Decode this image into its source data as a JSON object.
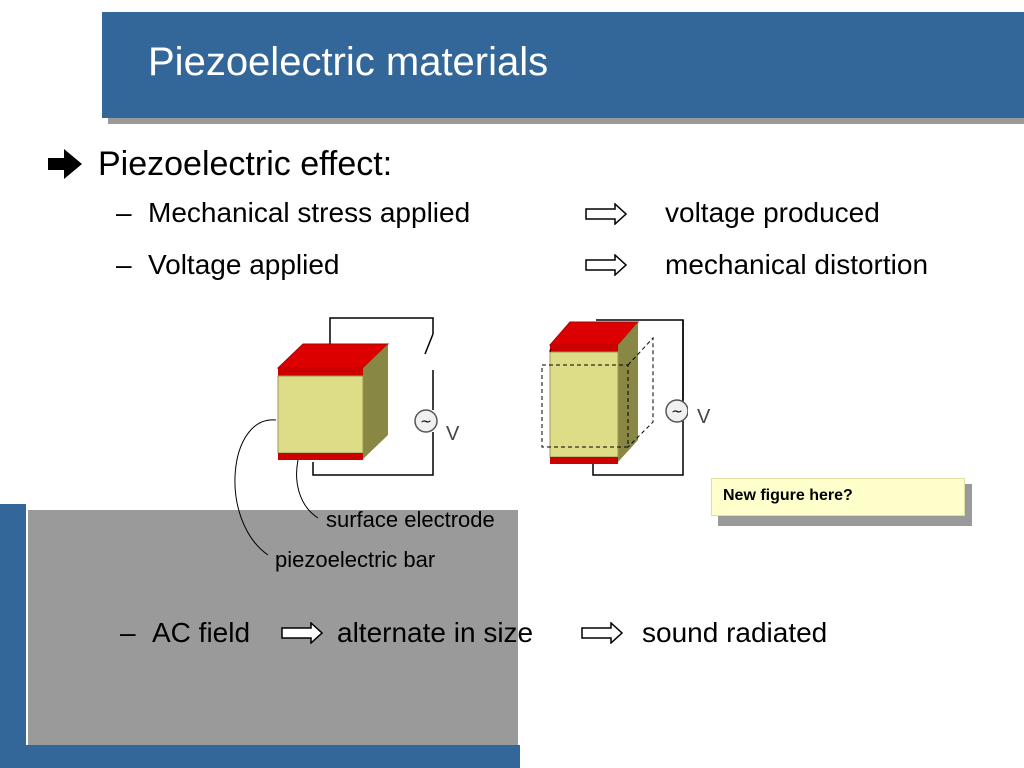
{
  "slide": {
    "title": "Piezoelectric materials",
    "heading": "Piezoelectric effect:",
    "bullets": [
      {
        "dash": "–",
        "cause": "Mechanical stress applied",
        "effect": "voltage produced"
      },
      {
        "dash": "–",
        "cause": "Voltage applied",
        "effect": "mechanical distortion"
      }
    ],
    "ac_line": {
      "dash": "–",
      "step1": "AC field",
      "step2": "alternate in size",
      "step3": "sound radiated"
    }
  },
  "figure": {
    "source_symbol": "~",
    "voltage_label": "V",
    "label_electrode": "surface electrode",
    "label_bar": "piezoelectric bar",
    "note": "New figure here?"
  },
  "colors": {
    "accent": "#336699",
    "electrode": "#dd0000",
    "bar_face": "#dddd88",
    "bar_side": "#888844",
    "note_bg": "#ffffcc"
  },
  "icons": {
    "bullet": "right-arrow-icon",
    "implies": "hollow-right-arrow-icon"
  }
}
